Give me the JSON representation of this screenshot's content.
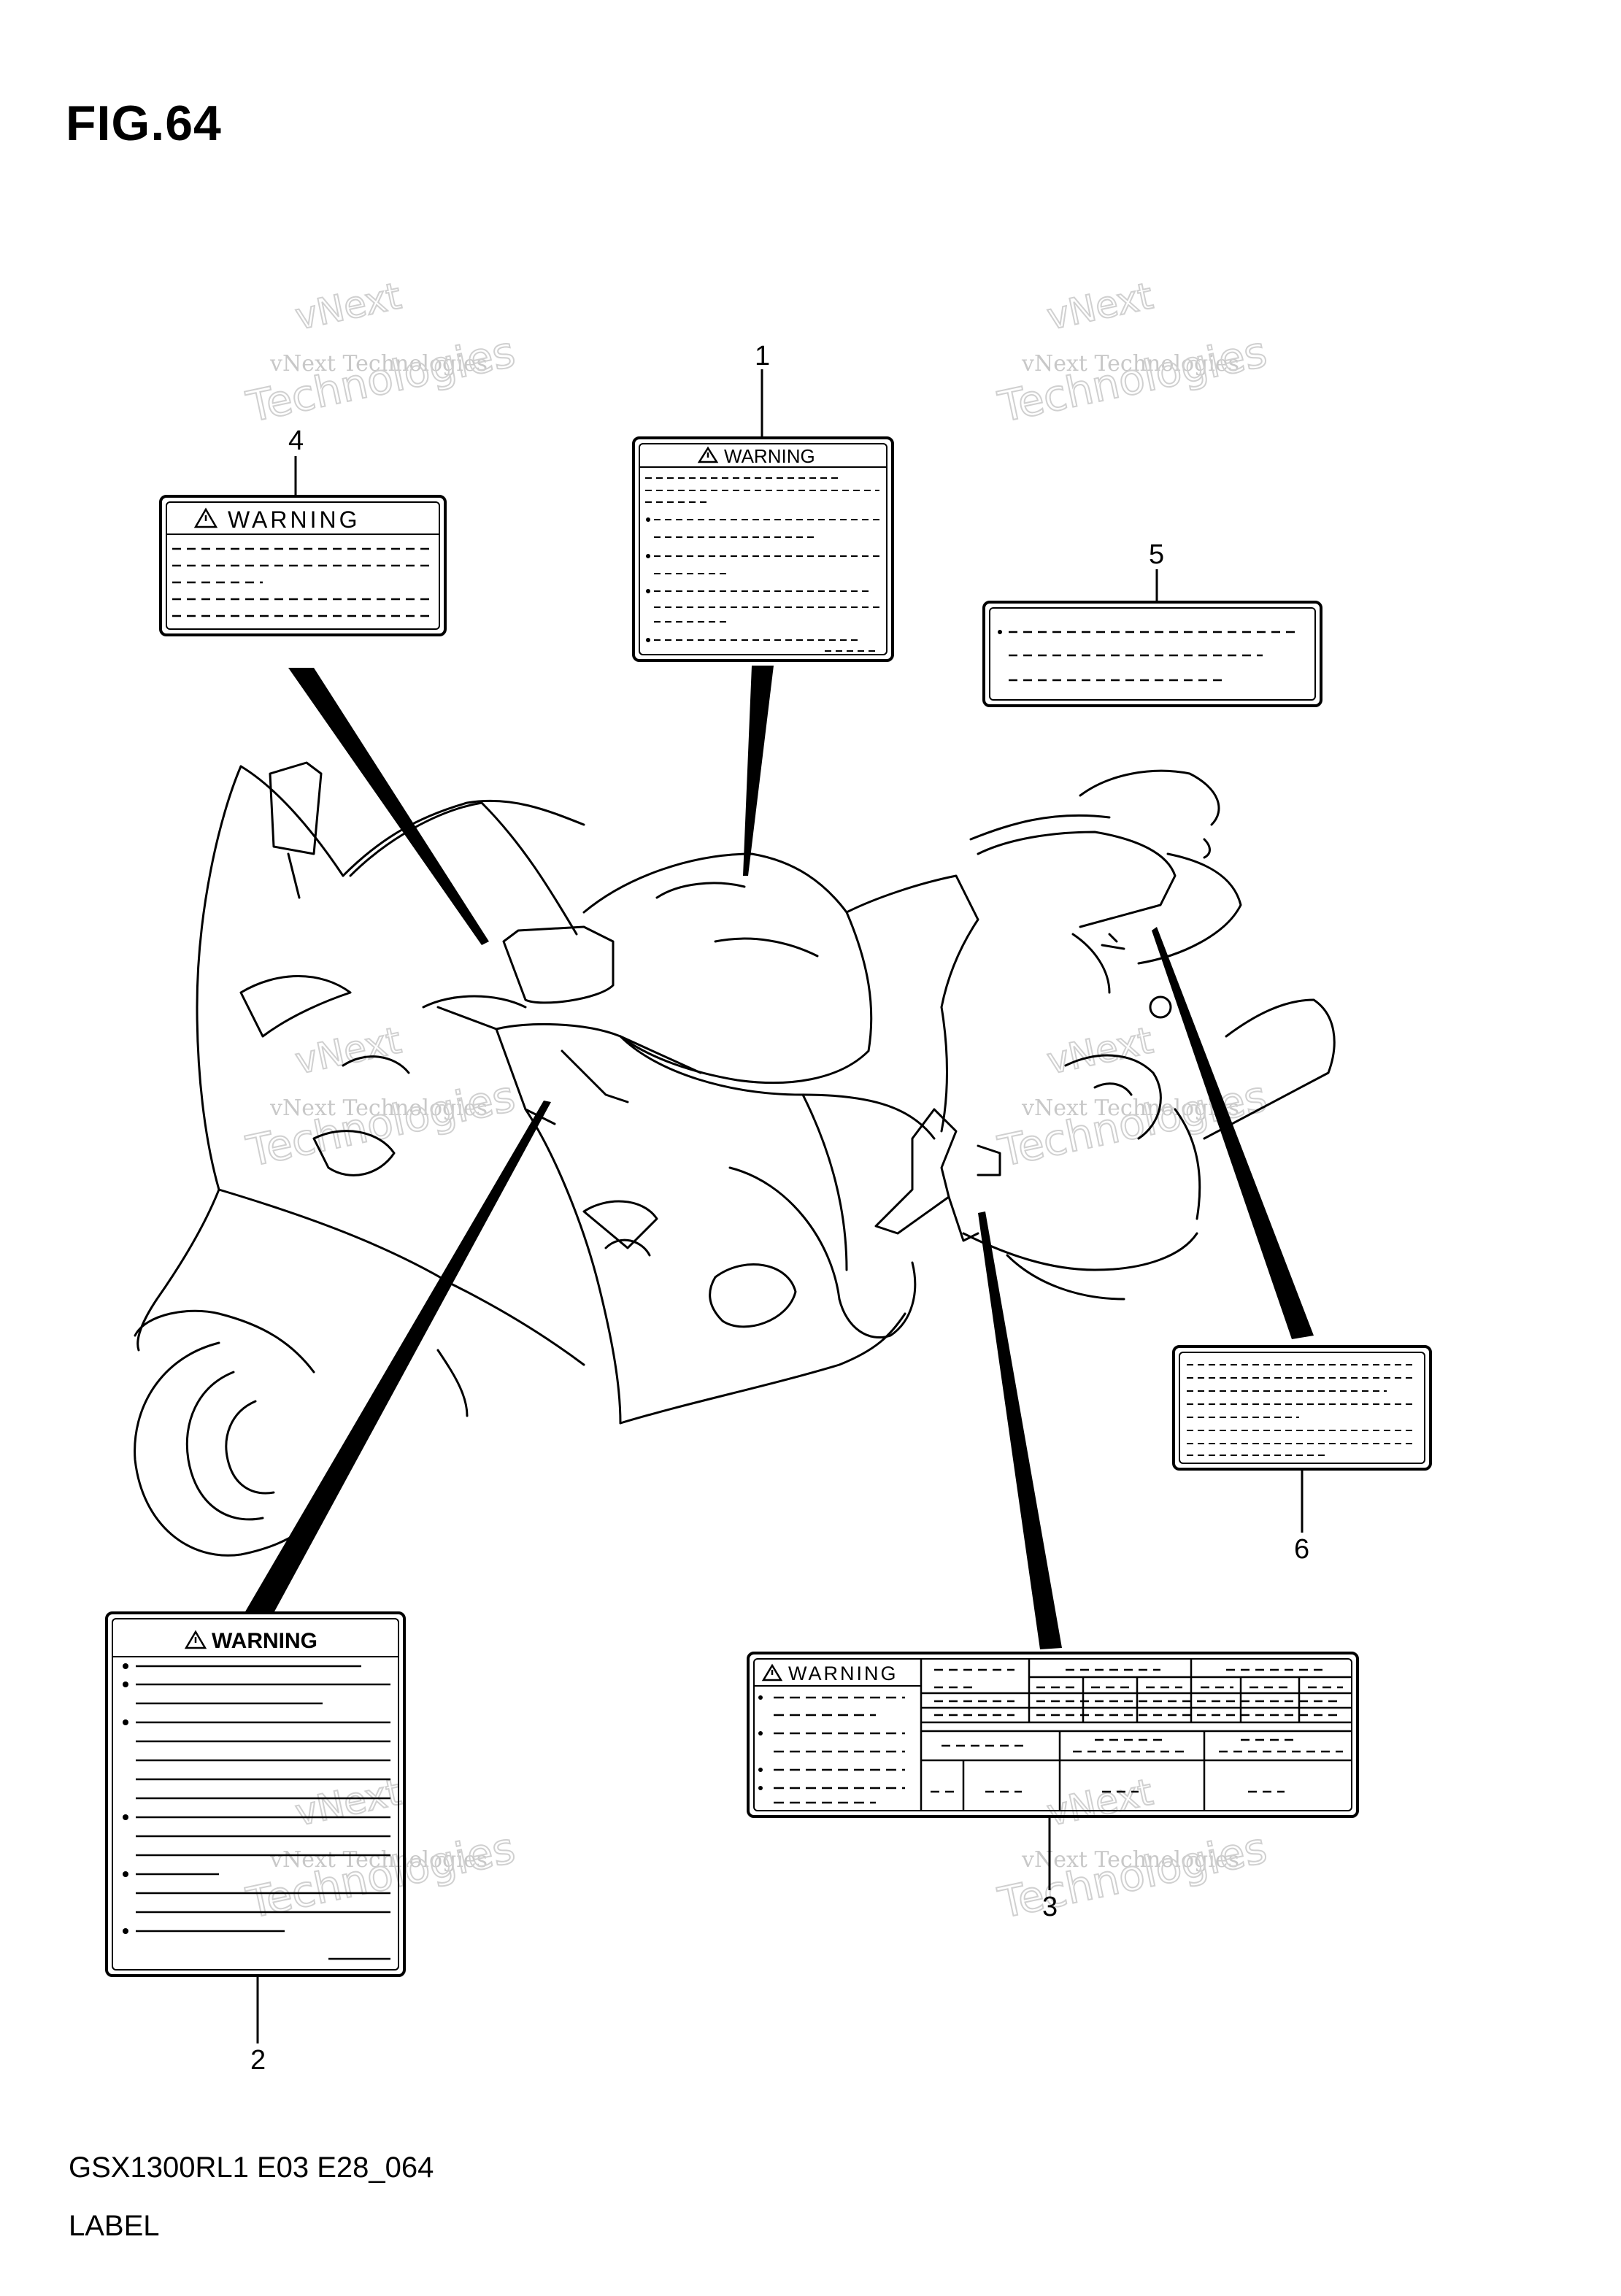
{
  "figure": {
    "title": "FIG.64"
  },
  "footer": {
    "model_code": "GSX1300RL1 E03 E28_064",
    "part_group": "LABEL"
  },
  "callouts": [
    "1",
    "2",
    "3",
    "4",
    "5",
    "6"
  ],
  "labels": {
    "warning_text": "WARNING"
  },
  "watermark": {
    "line1": "vNext Technologies",
    "line2": "vNext",
    "line3": "Technologies"
  }
}
